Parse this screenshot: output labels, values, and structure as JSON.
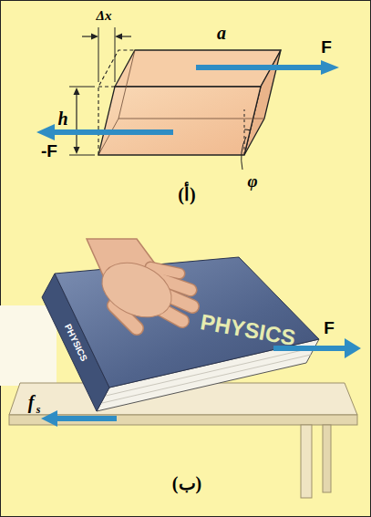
{
  "diagram": {
    "labels": [
      "Δx",
      "a",
      "F",
      "h",
      "-F",
      "φ",
      "(أ)",
      "PHYSICS",
      "PHYSICS",
      "F",
      "f",
      "s",
      "(ب)"
    ]
  }
}
